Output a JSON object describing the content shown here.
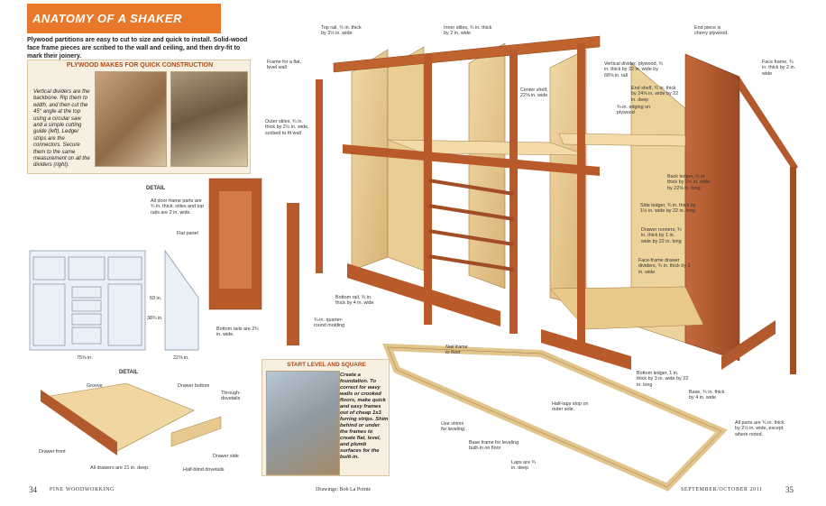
{
  "header": {
    "title": "ANATOMY OF A SHAKER BUILT-IN",
    "intro": "Plywood partitions are easy to cut to size and quick to install. Solid-wood face frame pieces are scribed to the wall and ceiling, and then dry-fit to mark their joinery."
  },
  "plywood_panel": {
    "heading": "PLYWOOD MAKES FOR QUICK CONSTRUCTION",
    "text": "Vertical dividers are the backbone. Rip them to width, and then cut the 45° angle at the top using a circular saw and a simple cutting guide (left). Ledger strips are the connectors. Secure them to the same measurement on all the dividers (right)."
  },
  "door_detail": {
    "heading": "DETAIL",
    "parts": "All door-frame parts are ¾ in. thick; stiles and top rails are 2 in. wide.",
    "flat_panel": "Flat panel",
    "bottom_rails": "Bottom rails are 2¾ in. wide.",
    "molding": "¾-in. quarter-round molding"
  },
  "elevation": {
    "height": "69 in.",
    "height2": "38¾ in.",
    "width": "75⅝ in.",
    "depth": "22⅝ in."
  },
  "drawer_detail": {
    "heading": "DETAIL",
    "groove": "Groove",
    "drawer_bottom": "Drawer bottom",
    "through_dovetails": "Through-dovetails",
    "drawer_front": "Drawer front",
    "drawer_side": "Drawer side",
    "all_drawers": "All drawers are 21 in. deep.",
    "half_blind": "Half-blind dovetails"
  },
  "foundation_panel": {
    "heading": "START LEVEL AND SQUARE",
    "text": "Create a foundation. To correct for wavy walls or crooked floors, make quick and easy frames out of cheap 1x3 furring strips. Shim behind or under the frames to create flat, level, and plumb surfaces for the built-in."
  },
  "labels": {
    "top_rail": "Top rail, ¾ in. thick by 3½ in. wide",
    "inner_stiles": "Inner stiles, ¾ in. thick by 2 in. wide",
    "end_piece": "End piece is cherry plywood.",
    "face_frame": "Face frame, ¾ in. thick by 2 in. wide",
    "frame_flat": "Frame for a flat, level wall",
    "center_shelf": "Center shelf, 22⅝ in. wide",
    "vertical_divider": "Vertical divider, plywood, ¾ in. thick by 22 in. wide by 68⅝ in. tall",
    "end_shelf": "End shelf, ¾ in. thick by 24⅝ in. wide by 22 in. deep",
    "edging": "¾-in. edging on plywood",
    "outer_stiles": "Outer stiles, ¾ in. thick by 2½ in. wide, scribed to fit wall",
    "back_ledger": "Back ledger, ¾ in. thick by 1½ in. wide by 22⅝ in. long",
    "side_ledger": "Side ledger, ¾ in. thick by 1½ in. wide by 22 in. long",
    "drawer_runners": "Drawer runners, ¾ in. thick by 1 in. wide by 22 in. long",
    "face_frame_dividers": "Face-frame drawer dividers, ¾ in. thick by 1 in. wide",
    "bottom_rail": "Bottom rail, ¾ in. thick by 4 in. wide",
    "nail_frame": "Nail frame to floor.",
    "bottom_ledger": "Bottom ledger, 1 in. thick by 3 in. wide by 22 in. long",
    "base": "Base, ¾ in. thick by 4 in. wide",
    "half_laps": "Half-laps stop on outer sole.",
    "use_shims": "Use shims for leveling.",
    "base_frame": "Base frame for leveling built-in on floor",
    "laps": "Laps are ¾ in. deep",
    "all_parts": "All parts are ¾ in. thick by 2½ in. wide, except where noted."
  },
  "footer": {
    "page_left": "34",
    "magazine": "FINE WOODWORKING",
    "credit": "Drawings: Bob La Pointe",
    "issue": "SEPTEMBER/OCTOBER 2011",
    "page_right": "35"
  },
  "colors": {
    "accent": "#e8792a",
    "wood_dark": "#b25a2e",
    "wood_light": "#e7c98f",
    "panel_bg": "#f7efe0"
  }
}
